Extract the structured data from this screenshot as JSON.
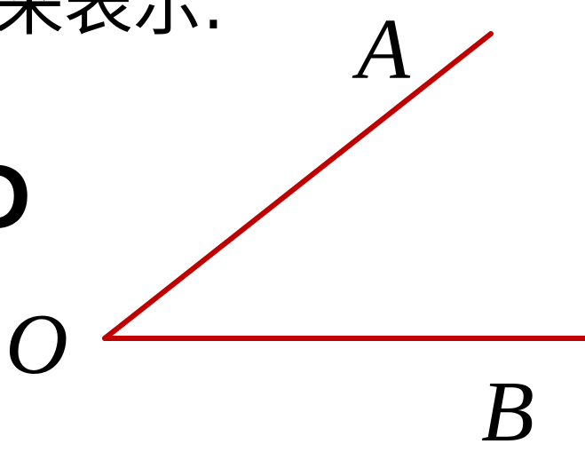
{
  "text": {
    "heading_fragment": "来表示.",
    "side_fragment": "D"
  },
  "diagram": {
    "vertex_label": "O",
    "ray_labels": [
      "A",
      "B"
    ],
    "ray_color": "#c00000"
  }
}
